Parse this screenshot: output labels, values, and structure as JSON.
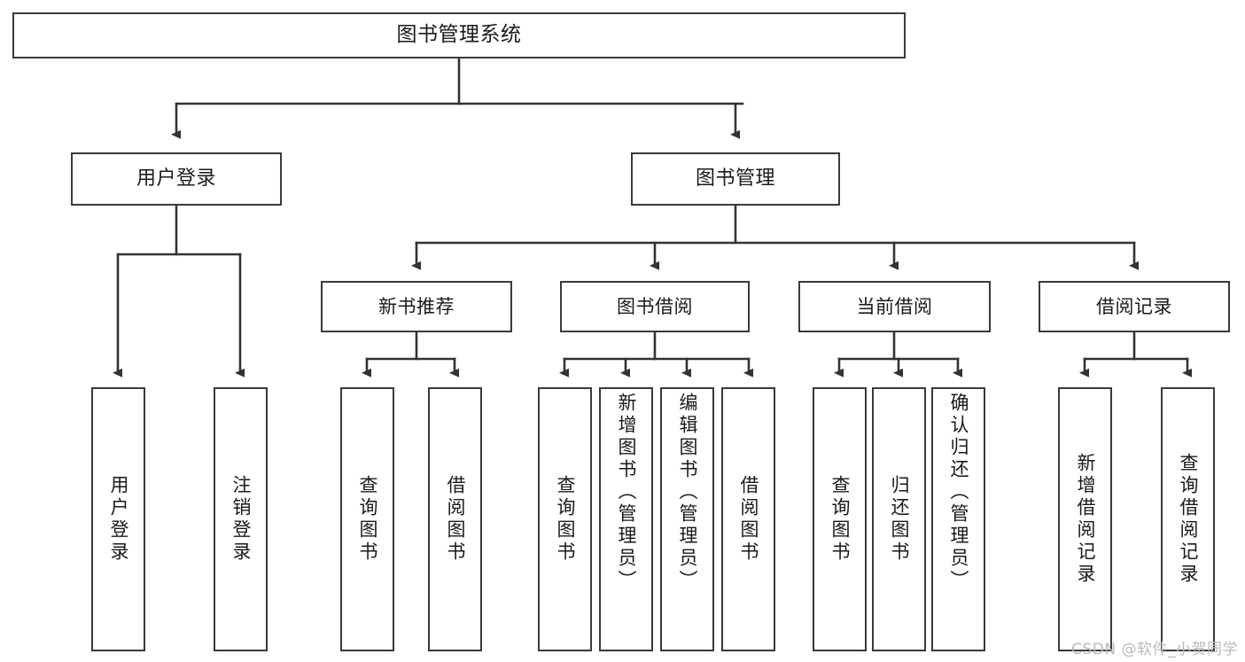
{
  "diagram": {
    "type": "tree",
    "title": "图书管理系统",
    "orientation": "top-down",
    "colors": {
      "box_border": "#3a3a3a",
      "box_fill": "#ffffff",
      "connector": "#333333",
      "text": "#1a1a1a",
      "watermark": "#b9b9b9",
      "background": "#ffffff"
    },
    "root": {
      "label": "图书管理系统"
    },
    "tier2": [
      {
        "label": "用户登录"
      },
      {
        "label": "图书管理"
      }
    ],
    "tier3": [
      {
        "label": "新书推荐"
      },
      {
        "label": "图书借阅"
      },
      {
        "label": "当前借阅"
      },
      {
        "label": "借阅记录"
      }
    ],
    "leaves": {
      "user_login": [
        {
          "label": "用户登录"
        },
        {
          "label": "注销登录"
        }
      ],
      "new_book_recommend": [
        {
          "label": "查询图书"
        },
        {
          "label": "借阅图书"
        }
      ],
      "book_borrow": [
        {
          "label": "查询图书"
        },
        {
          "label": "新增图书（管理员）"
        },
        {
          "label": "编辑图书（管理员）"
        },
        {
          "label": "借阅图书"
        }
      ],
      "current_borrow": [
        {
          "label": "查询图书"
        },
        {
          "label": "归还图书"
        },
        {
          "label": "确认归还（管理员）"
        }
      ],
      "borrow_record": [
        {
          "label": "新增借阅记录"
        },
        {
          "label": "查询借阅记录"
        }
      ]
    },
    "watermark": "CSDN @软件_小贺同学"
  }
}
